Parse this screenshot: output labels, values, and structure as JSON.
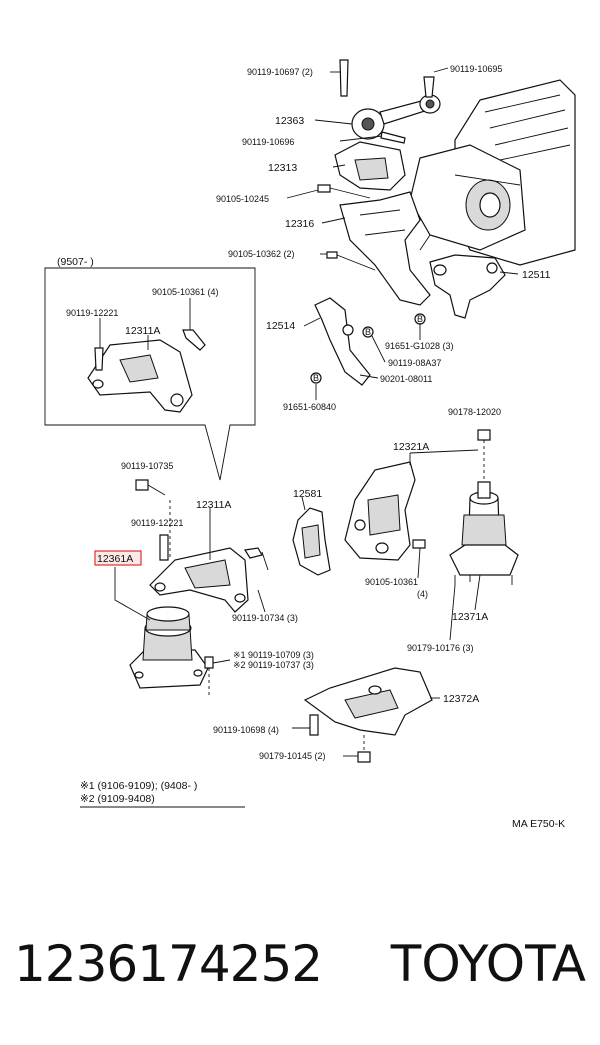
{
  "diagram": {
    "labels": {
      "p90119_10697": "90119-10697 (2)",
      "p90119_10695": "90119-10695",
      "p12363": "12363",
      "p90119_10696": "90119-10696",
      "p12313": "12313",
      "p90105_10245": "90105-10245",
      "p12316": "12316",
      "p90105_10362": "90105-10362 (2)",
      "p12511": "12511",
      "p12514": "12514",
      "p91651_G1028": "91651-G1028 (3)",
      "p90119_08A37": "90119-08A37",
      "p90201_08011": "90201-08011",
      "p91651_60840": "91651-60840",
      "inset_date": "(9507-         )",
      "p90105_10361_4": "90105-10361 (4)",
      "p90119_12221_inset": "90119-12221",
      "p12311A_inset": "12311A",
      "p90178_12020": "90178-12020",
      "p90119_10735": "90119-10735",
      "p12321A": "12321A",
      "p12311A": "12311A",
      "p12581": "12581",
      "p90119_12221": "90119-12221",
      "p12361A": "12361A",
      "p90119_10734": "90119-10734 (3)",
      "p90105_10361": "90105-10361",
      "qty_4": "(4)",
      "p12371A": "12371A",
      "p90179_10176": "90179-10176 (3)",
      "p90119_10709": "※1 90119-10709 (3)",
      "p90119_10737": "※2 90119-10737 (3)",
      "p12372A": "12372A",
      "p90119_10698": "90119-10698 (4)",
      "p90179_10145": "90179-10145 (2)",
      "b_marker": "B"
    },
    "notes": {
      "note1": "※1 (9106-9109); (9408-         )",
      "note2": "※2 (9109-9408)"
    },
    "ref_code": "MA  E750-K"
  },
  "caption": {
    "part_number": "1236174252",
    "brand": "TOYOTA"
  },
  "colors": {
    "highlight": "#e03030",
    "highlight_bg": "#fde8e8",
    "ink": "#111111"
  }
}
